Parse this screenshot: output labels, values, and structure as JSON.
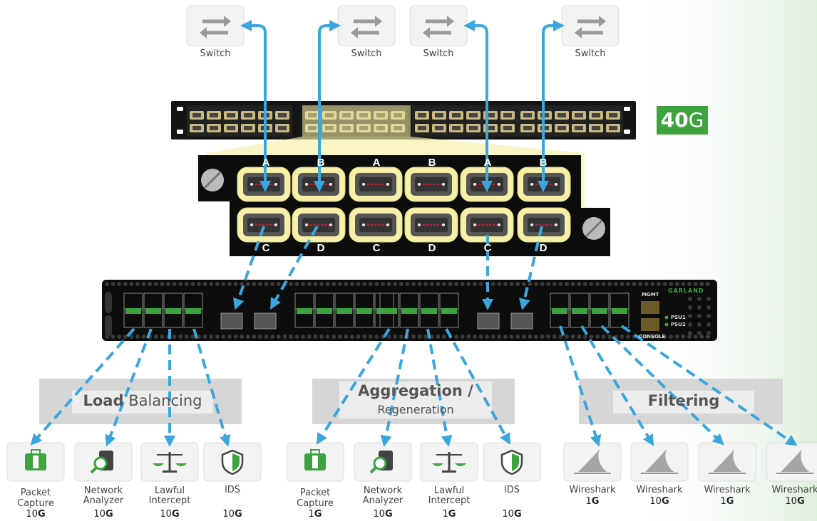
{
  "switches": [
    "Switch",
    "Switch",
    "Switch",
    "Switch"
  ],
  "speed_badge": {
    "number": "40",
    "unit": "G"
  },
  "breakout_ports": {
    "top": [
      "A",
      "B",
      "A",
      "B",
      "A",
      "B"
    ],
    "bottom": [
      "C",
      "D",
      "C",
      "D",
      "C",
      "D"
    ]
  },
  "appliance": {
    "brand": "GARLAND",
    "mgmt": "MGMT",
    "console": "CONSOLE",
    "psu1": "PSU1",
    "psu2": "PSU2"
  },
  "functions": {
    "load_balancing": {
      "bold": "Load",
      "rest": "Balancing"
    },
    "aggregation": {
      "line1": "Aggregation /",
      "line2": "Regeneration"
    },
    "filtering": {
      "label": "Filtering"
    }
  },
  "tools": [
    {
      "l1": "Packet",
      "l2": "Capture",
      "speed": "10",
      "unit": "G"
    },
    {
      "l1": "Network",
      "l2": "Analyzer",
      "speed": "10",
      "unit": "G"
    },
    {
      "l1": "Lawful",
      "l2": "Intercept",
      "speed": "10",
      "unit": "G"
    },
    {
      "l1": "IDS",
      "l2": "",
      "speed": "10",
      "unit": "G"
    },
    {
      "l1": "Packet",
      "l2": "Capture",
      "speed": "1",
      "unit": "G"
    },
    {
      "l1": "Network",
      "l2": "Analyzer",
      "speed": "10",
      "unit": "G"
    },
    {
      "l1": "Lawful",
      "l2": "Intercept",
      "speed": "1",
      "unit": "G"
    },
    {
      "l1": "IDS",
      "l2": "",
      "speed": "10",
      "unit": "G"
    },
    {
      "l1": "Wireshark",
      "l2": "",
      "speed": "1",
      "unit": "G"
    },
    {
      "l1": "Wireshark",
      "l2": "",
      "speed": "10",
      "unit": "G"
    },
    {
      "l1": "Wireshark",
      "l2": "",
      "speed": "1",
      "unit": "G"
    },
    {
      "l1": "Wireshark",
      "l2": "",
      "speed": "10",
      "unit": "G"
    }
  ],
  "colors": {
    "arrow": "#3aa6dd",
    "green": "#3da33f",
    "chassis": "#111111",
    "highlight": "#f6f0a8",
    "panel": "#d9d9d9",
    "shark": "#9a9a9a"
  }
}
